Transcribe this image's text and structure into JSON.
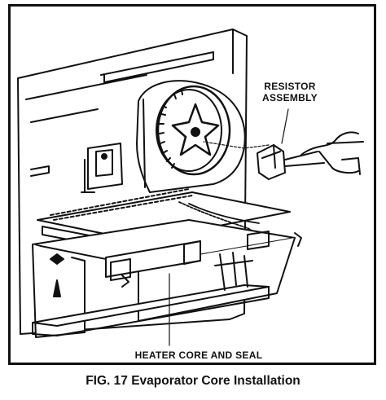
{
  "callouts": {
    "resistor_line1": "RESISTOR",
    "resistor_line2": "ASSEMBLY",
    "heater": "HEATER CORE AND SEAL"
  },
  "caption": "FIG. 17 Evaporator Core Installation",
  "colors": {
    "ink": "#111111",
    "paper": "#ffffff",
    "shade": "#555555"
  }
}
